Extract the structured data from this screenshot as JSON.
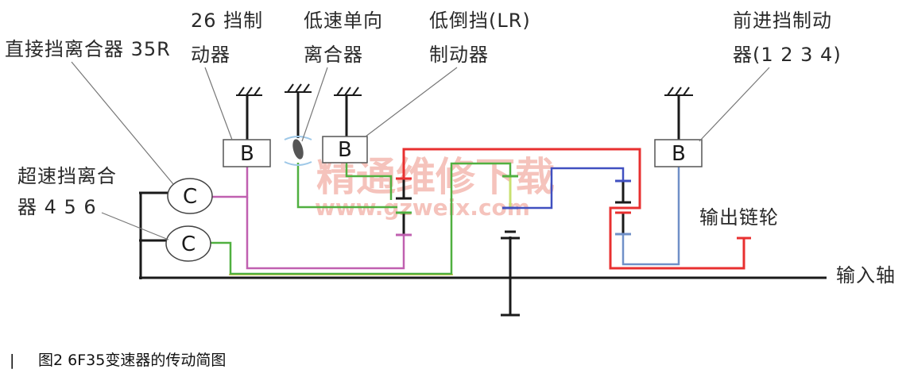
{
  "labels": {
    "direct_clutch_35r": "直接挡离合器 35R",
    "brake_26_line1": "26 挡制",
    "brake_26_line2": "动器",
    "low_oneway_line1": "低速单向",
    "low_oneway_line2": "离合器",
    "lr_brake_line1": "低倒挡(LR)",
    "lr_brake_line2": "制动器",
    "fwd_brake_line1": "前进挡制动",
    "fwd_brake_line2": "器(1 2 3 4)",
    "od_clutch_line1": "超速挡离合",
    "od_clutch_line2": "器 4 5 6",
    "output_sprocket": "输出链轮",
    "input_shaft": "输入轴"
  },
  "boxes": {
    "brake_letter": "B",
    "clutch_letter": "C"
  },
  "watermark": {
    "text": "精通维修下载",
    "url": "www.gzweix.com"
  },
  "caption": {
    "marker": "|",
    "text": "图2   6F35变速器的传动简图"
  },
  "colors": {
    "shaft": "#1a1a1a",
    "magenta": "#c060b0",
    "green": "#50b040",
    "yellow_green": "#c8e070",
    "blue": "#4050c0",
    "red": "#e83030",
    "light_blue": "#7090c8",
    "yellow": "#e8d060"
  }
}
